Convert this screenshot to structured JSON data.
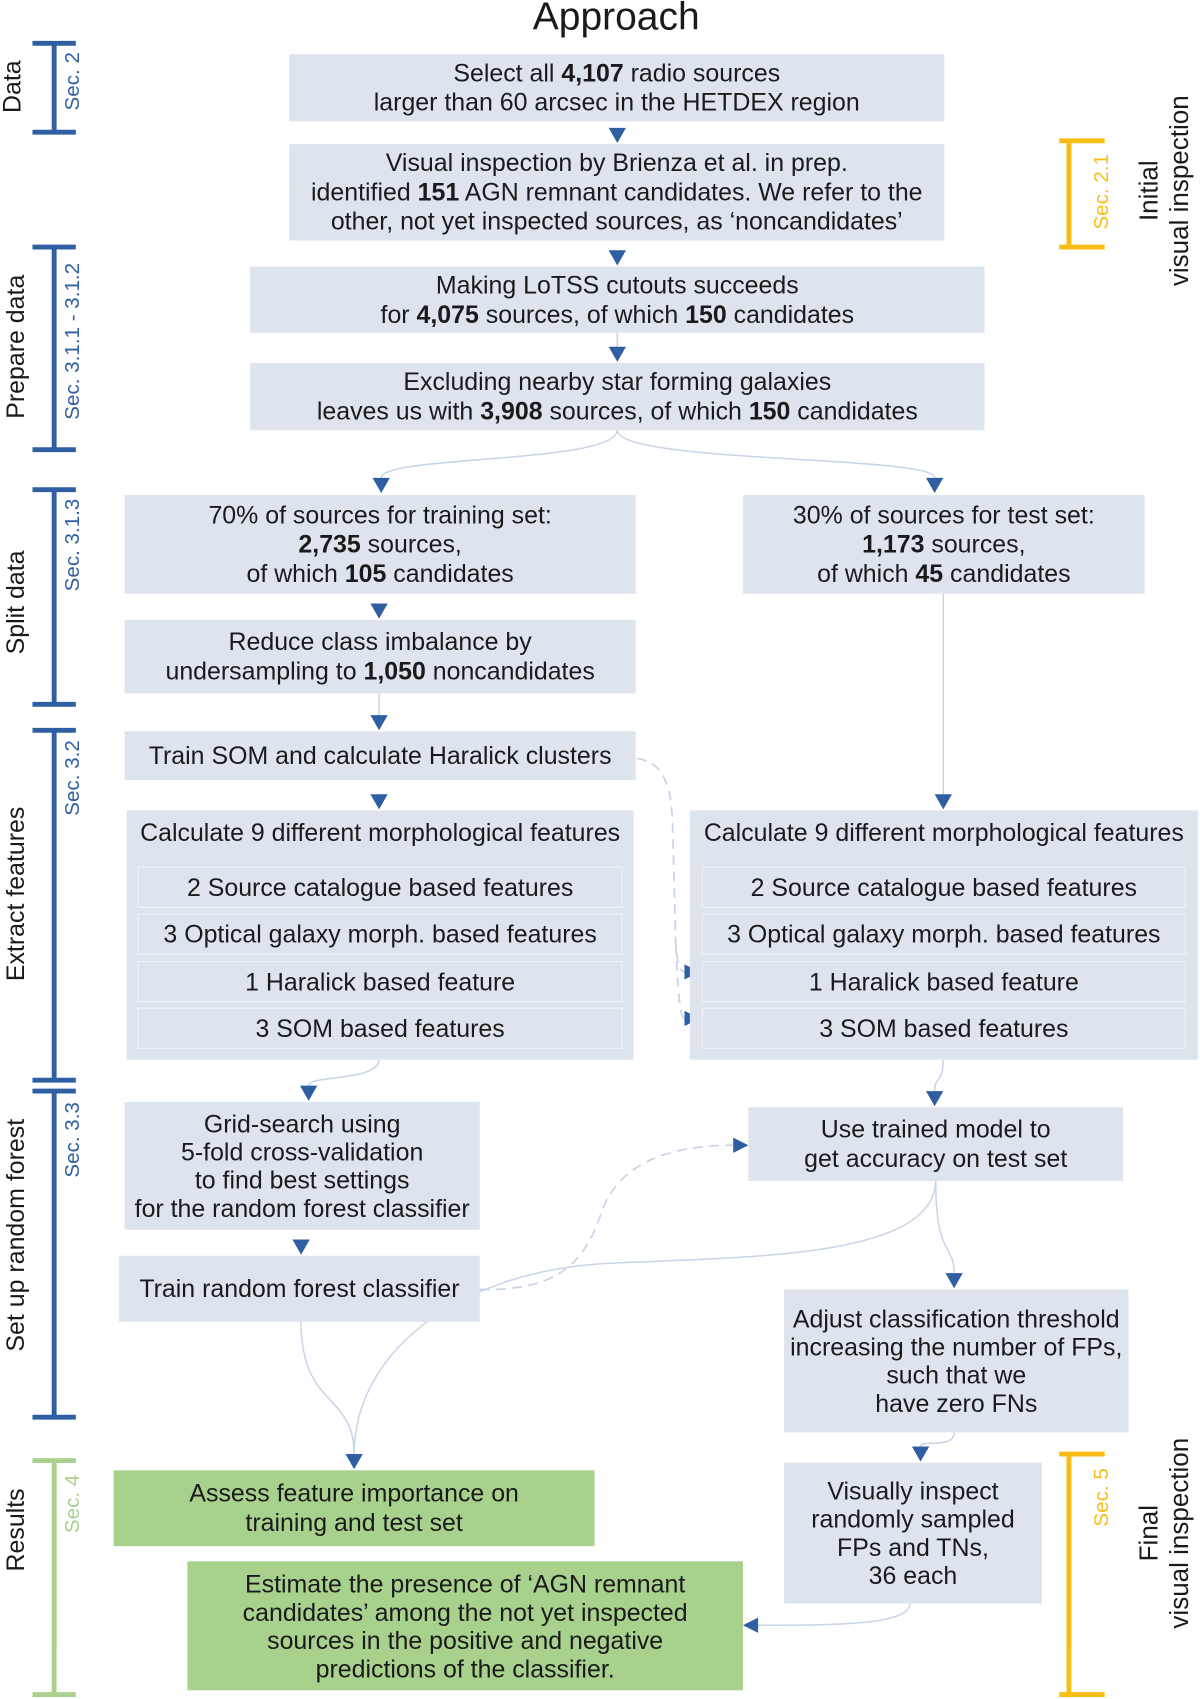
{
  "title": "Approach",
  "colors": {
    "box": "#dde4ed",
    "result_box": "#a9d18e",
    "section_bracket": "#2f5fa3",
    "results_bracket": "#a9d08e",
    "inspection_bracket": "#f9bd15",
    "connector": "#c8d4e8",
    "arrowhead": "#2f5ea2",
    "sec_text": "#2f5fa3"
  },
  "left_sections": [
    {
      "label": "Data",
      "sec": "Sec. 2"
    },
    {
      "label": "Prepare data",
      "sec": "Sec. 3.1.1 - 3.1.2"
    },
    {
      "label": "Split data",
      "sec": "Sec. 3.1.3"
    },
    {
      "label": "Extract features",
      "sec": "Sec. 3.2"
    },
    {
      "label": "Set up random forest",
      "sec": "Sec. 3.3"
    },
    {
      "label": "Results",
      "sec": "Sec. 4"
    }
  ],
  "right_sections": [
    {
      "label": [
        "Initial",
        "visual inspection"
      ],
      "sec": "Sec. 2.1"
    },
    {
      "label": [
        "Final",
        "visual inspection"
      ],
      "sec": "Sec. 5"
    }
  ],
  "steps": {
    "select": [
      [
        "Select all ",
        "4,107",
        " radio sources"
      ],
      [
        "larger than 60 arcsec in the HETDEX region"
      ]
    ],
    "inspect": [
      [
        "Visual inspection by Brienza et al. in prep."
      ],
      [
        "identified ",
        "151",
        " AGN remnant candidates. We refer to the"
      ],
      [
        "other, not yet inspected sources, as ‘noncandidates’"
      ]
    ],
    "cutouts": [
      [
        "Making LoTSS cutouts succeeds"
      ],
      [
        "for ",
        "4,075",
        " sources, of which ",
        "150",
        " candidates"
      ]
    ],
    "exclude": [
      [
        "Excluding nearby star forming galaxies"
      ],
      [
        "leaves us with ",
        "3,908",
        " sources, of which ",
        "150",
        " candidates"
      ]
    ],
    "train_split": [
      [
        "70% of sources for training set:"
      ],
      [
        "2,735",
        " sources,"
      ],
      [
        "of which ",
        "105",
        " candidates"
      ]
    ],
    "test_split": [
      [
        "30% of sources for test set:"
      ],
      [
        "1,173",
        " sources,"
      ],
      [
        "of which ",
        "45",
        " candidates"
      ]
    ],
    "undersample": [
      [
        "Reduce class imbalance by"
      ],
      [
        "undersampling to ",
        "1,050",
        " noncandidates"
      ]
    ],
    "som": [
      [
        "Train SOM and calculate Haralick clusters"
      ]
    ],
    "gridsearch": [
      [
        "Grid-search using"
      ],
      [
        "5-fold cross-validation"
      ],
      [
        "to find best settings"
      ],
      [
        "for the random forest classifier"
      ]
    ],
    "train_rf": [
      [
        "Train random forest classifier"
      ]
    ],
    "use_model": [
      [
        "Use trained model to"
      ],
      [
        "get accuracy on test set"
      ]
    ],
    "threshold": [
      [
        "Adjust classification threshold"
      ],
      [
        "increasing the number of FPs,"
      ],
      [
        "such that we"
      ],
      [
        "have zero FNs"
      ]
    ],
    "visual": [
      [
        "Visually inspect"
      ],
      [
        "randomly sampled"
      ],
      [
        "FPs and TNs,"
      ],
      [
        "36 each"
      ]
    ],
    "assess": [
      [
        "Assess feature importance on"
      ],
      [
        "training and test set"
      ]
    ],
    "estimate": [
      [
        "Estimate the presence of ‘AGN remnant"
      ],
      [
        "candidates’ among the not yet inspected"
      ],
      [
        "sources in the positive and negative"
      ],
      [
        "predictions of the classifier."
      ]
    ]
  },
  "features_train": {
    "title": "Calculate 9 different morphological features",
    "items": [
      "2 Source catalogue based features",
      "3 Optical galaxy morph. based features",
      "1 Haralick based feature",
      "3 SOM based features"
    ]
  },
  "features_test": {
    "title": "Calculate 9 different morphological features",
    "items": [
      "2 Source catalogue based features",
      "3 Optical galaxy morph. based features",
      "1 Haralick based feature",
      "3 SOM based features"
    ]
  }
}
